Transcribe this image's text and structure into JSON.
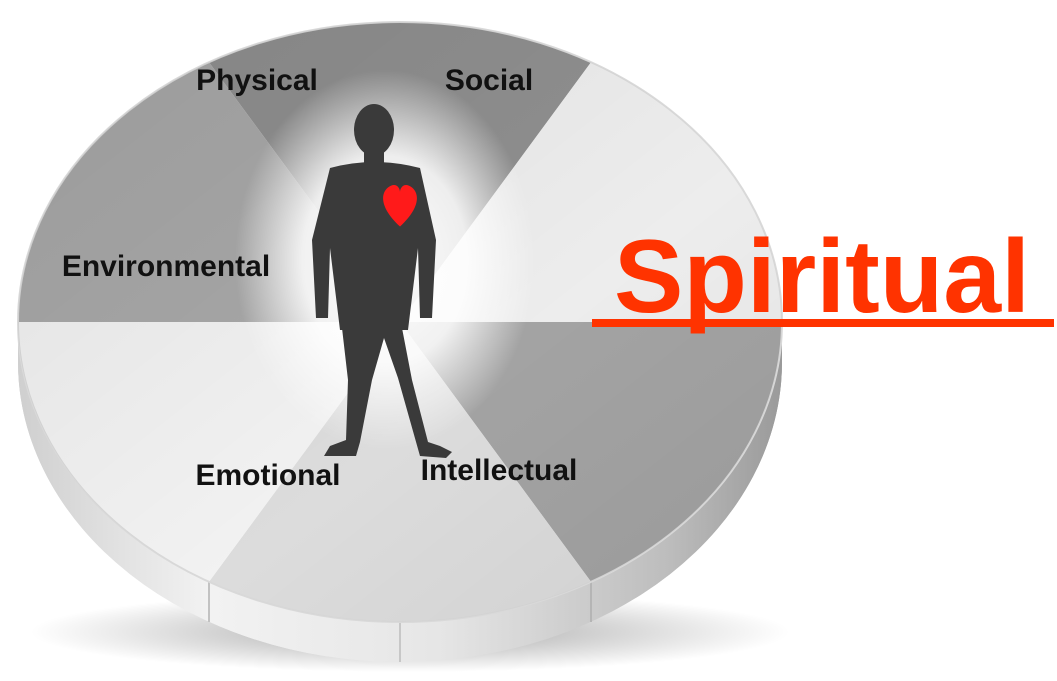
{
  "diagram": {
    "center_figure": "person-silhouette-with-heart",
    "segments": [
      {
        "id": "physical",
        "label": "Physical",
        "color": "#8f8f8f"
      },
      {
        "id": "social",
        "label": "Social",
        "color": "#ededed"
      },
      {
        "id": "spiritual",
        "label": "",
        "color": "#a3a3a3"
      },
      {
        "id": "intellectual",
        "label": "Intellectual",
        "color": "#dcdcdc"
      },
      {
        "id": "emotional",
        "label": "Emotional",
        "color": "#f2f2f2"
      },
      {
        "id": "environmental",
        "label": "Environmental",
        "color": "#a8a8a8"
      }
    ],
    "highlight": {
      "label": "Spiritual",
      "color": "#ff3300"
    },
    "heart_color": "#ff1a1a",
    "silhouette_color": "#3a3a3a"
  }
}
